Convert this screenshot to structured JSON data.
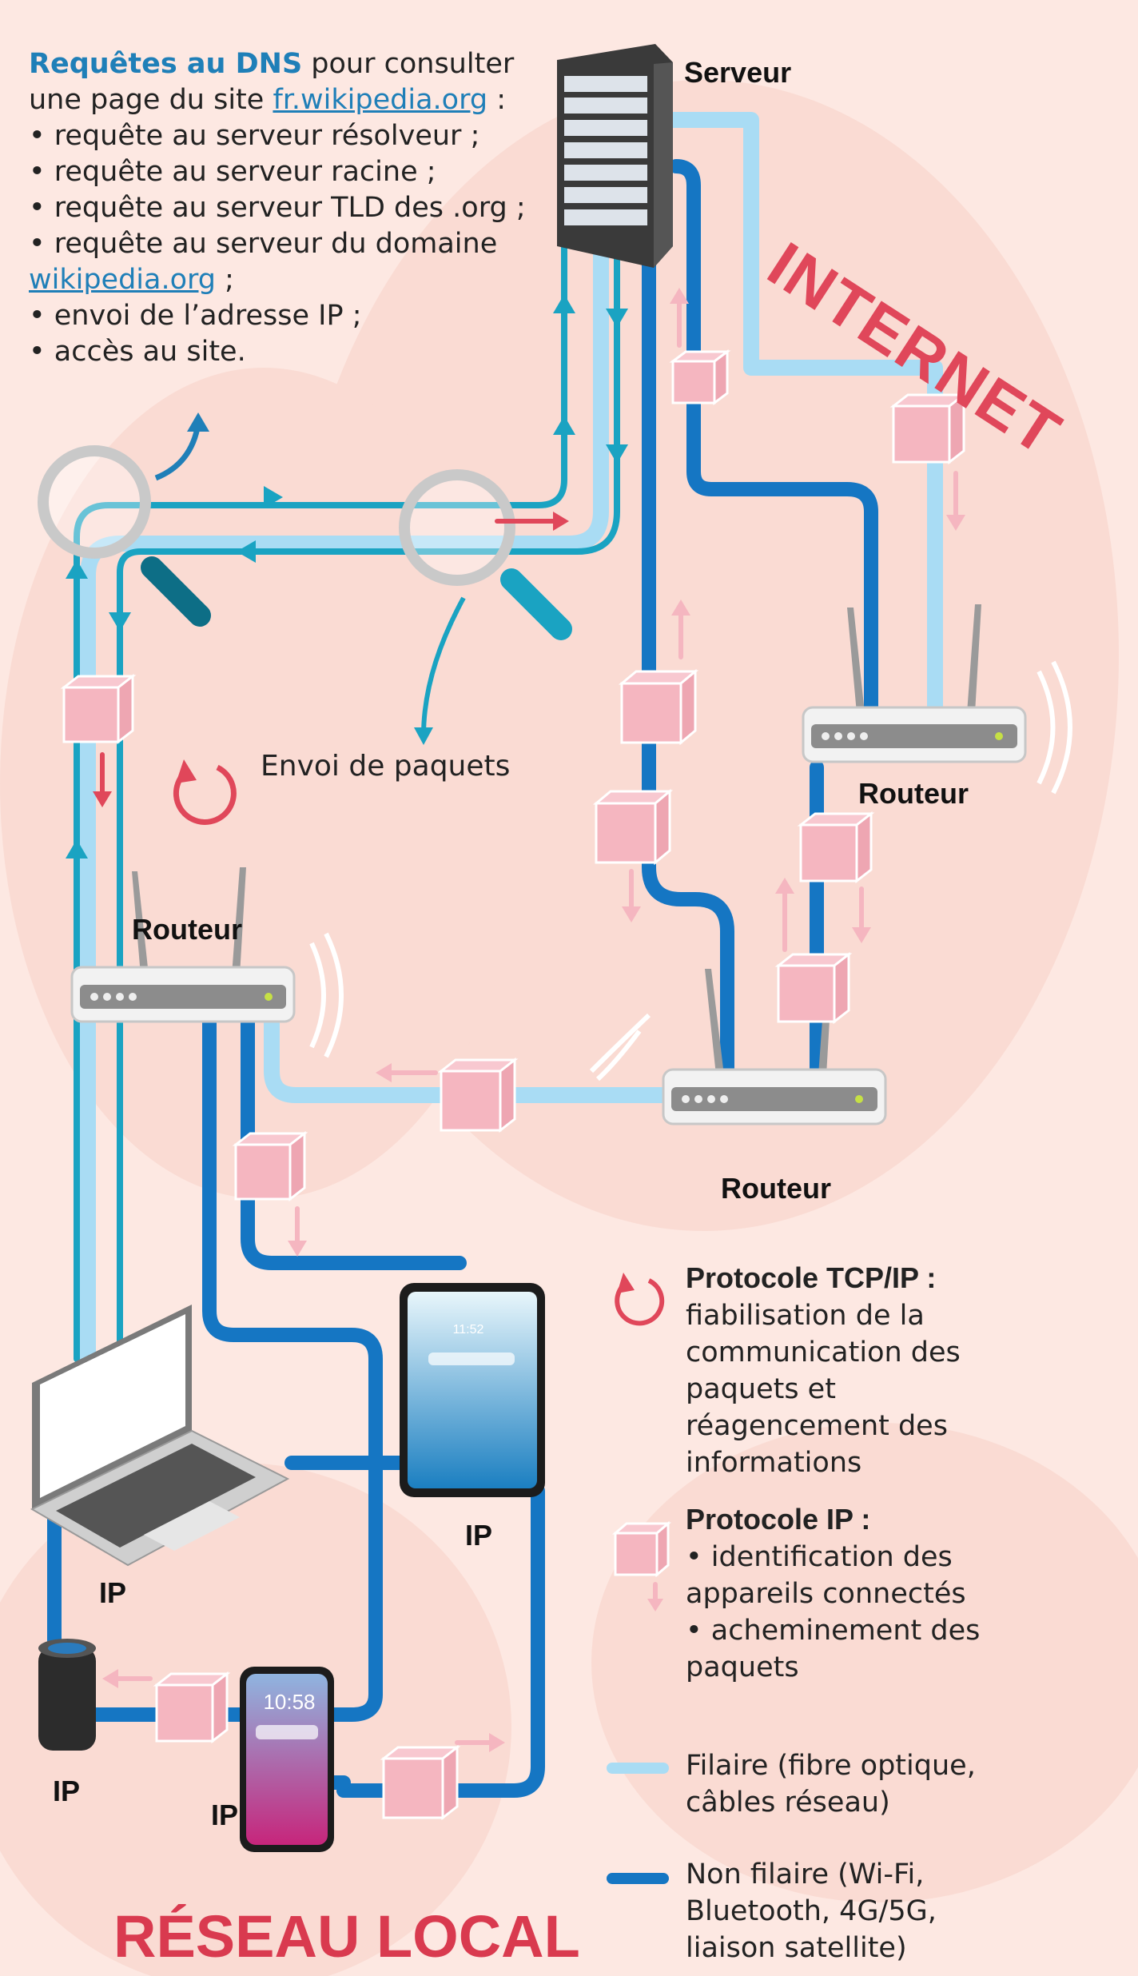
{
  "intro": {
    "lead": "Requêtes au DNS",
    "text1": " pour consulter une page du site ",
    "link1": "fr.wikipedia.org",
    "text2": " :",
    "items": [
      "• requête au serveur résolveur ;",
      "• requête au serveur racine ;",
      "• requête au serveur TLD des .org ;",
      "• requête au serveur du domaine"
    ],
    "link2": "wikipedia.org",
    "link2_suffix": " ;",
    "items2": [
      "• envoi de l’adresse IP ;",
      "• accès au site."
    ]
  },
  "labels": {
    "server": "Serveur",
    "internet": "INTERNET",
    "router": "Routeur",
    "envoi": "Envoi de paquets",
    "ip": "IP",
    "reseau_local": "RÉSEAU LOCAL",
    "tablet_time": "11:52",
    "phone_time": "10:58"
  },
  "legend": {
    "tcp_title": "Protocole TCP/IP :",
    "tcp_text": [
      "fiabilisation de la",
      "communication des",
      "paquets et",
      "réagencement des",
      "informations"
    ],
    "ip_title": "Protocole IP :",
    "ip_text": [
      "• identification des",
      "appareils connectés",
      "• acheminement des",
      "paquets"
    ],
    "wired": [
      "Filaire (fibre optique,",
      "câbles réseau)"
    ],
    "wireless": [
      "Non filaire (Wi-Fi,",
      "Bluetooth, 4G/5G,",
      "liaison satellite)"
    ]
  },
  "colors": {
    "background": "#fde8e2",
    "blob": "#fadbd3",
    "wired": "#a9dcf4",
    "wireless": "#1576c3",
    "dns_route": "#1aa3c2",
    "packet": "#f5b6c0",
    "accent_red": "#e0475a",
    "link_blue": "#1f7fb8"
  }
}
